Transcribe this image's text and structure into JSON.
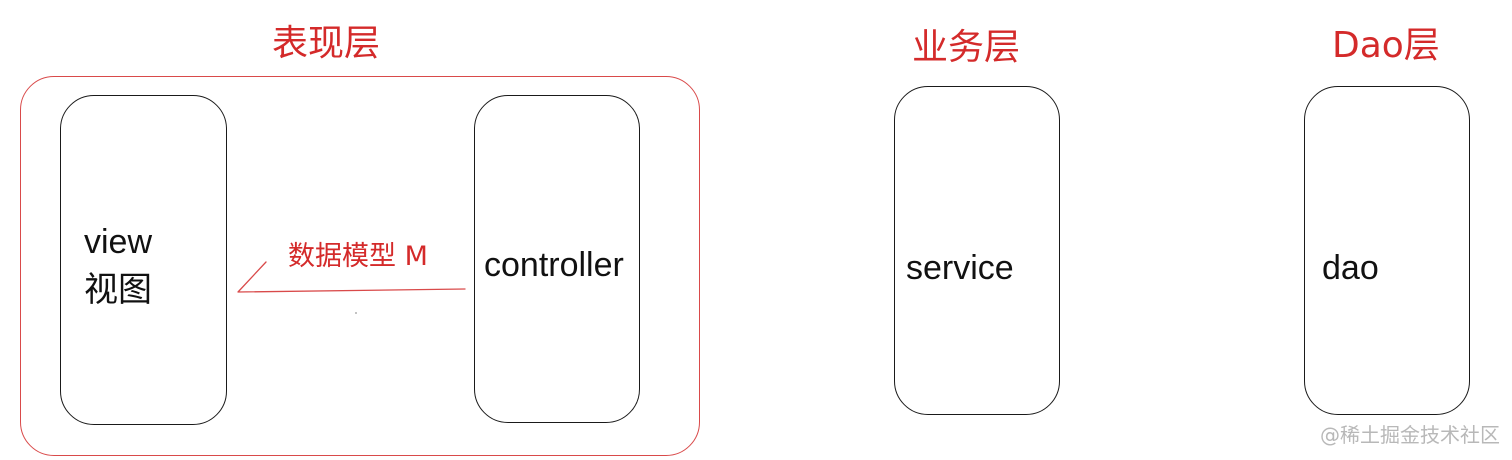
{
  "colors": {
    "accent_red": "#d42a2a",
    "frame_red": "#d94a4a",
    "node_border": "#1a1a1a",
    "text": "#111111",
    "watermark": "#b8b8b8"
  },
  "layers": {
    "presentation": {
      "title": "表现层"
    },
    "business": {
      "title": "业务层"
    },
    "dao": {
      "title": "Dao层"
    }
  },
  "nodes": {
    "view": {
      "label_en": "view",
      "label_cn": "视图"
    },
    "controller": {
      "label": "controller"
    },
    "service": {
      "label": "service"
    },
    "dao": {
      "label": "dao"
    }
  },
  "edges": {
    "controller_to_view": {
      "label": "数据模型 M"
    }
  },
  "watermark": {
    "text": "@稀土掘金技术社区"
  }
}
